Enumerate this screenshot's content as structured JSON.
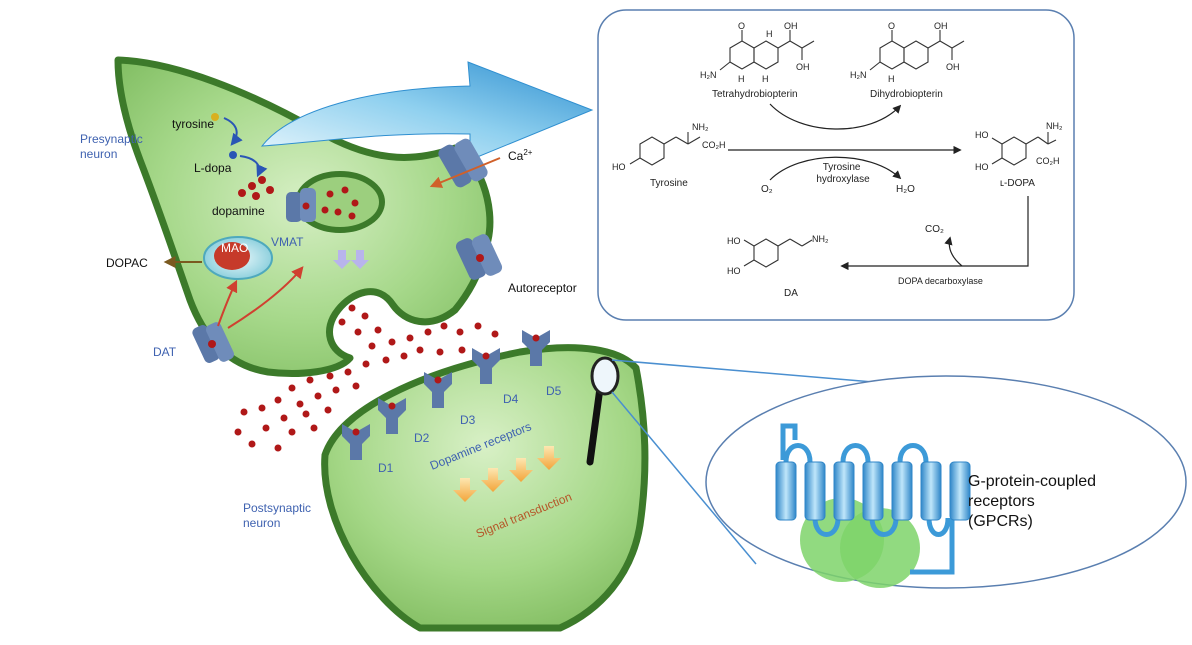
{
  "colors": {
    "membrane": "#3c7a2a",
    "cytoplasm": "#8fca70",
    "neuron_label": "#3f62b0",
    "vesicle_red": "#b01818",
    "receptor": "#5b78a8",
    "arrow_blue": "#3a9fd6",
    "signal_arrow": "#f4b84a",
    "signal_text": "#b5582a",
    "gpcr_blue": "#3c9ad8",
    "gpcr_green": "#7ed36a",
    "panel_border": "#5a7fb0"
  },
  "presynaptic": {
    "label_line1": "Presynaptic",
    "label_line2": "neuron",
    "tyrosine": "tyrosine",
    "ldopa": "L-dopa",
    "dopamine": "dopamine",
    "mao": "MAO",
    "vmat": "VMAT",
    "dopac": "DOPAC",
    "dat": "DAT",
    "calcium": "Ca",
    "calcium_sup": "2+",
    "autoreceptor": "Autoreceptor"
  },
  "postsynaptic": {
    "label_line1": "Postsynaptic",
    "label_line2": "neuron",
    "receptors": [
      "D1",
      "D2",
      "D3",
      "D4",
      "D5"
    ],
    "dopamine_receptors": "Dopamine receptors",
    "signal_transduction": "Signal transduction"
  },
  "gpcr": {
    "line1": "G-protein-coupled",
    "line2": "receptors",
    "line3": "(GPCRs)"
  },
  "pathway": {
    "oh": "OH",
    "h": "H",
    "o": "O",
    "n": "N",
    "h2n": "H₂N",
    "nh2": "NH₂",
    "co2h": "CO₂H",
    "ho": "HO",
    "bh4": "Tetrahydrobiopterin",
    "bh2": "Dihydrobiopterin",
    "tyrosine": "Tyrosine",
    "o2": "O₂",
    "enzyme_line1": "Tyrosine",
    "enzyme_line2": "hydroxylase",
    "h2o": "H₂O",
    "ldopa": "ʟ-DOPA",
    "co2": "CO₂",
    "da": "DA",
    "decarboxylase": "DOPA decarboxylase"
  }
}
